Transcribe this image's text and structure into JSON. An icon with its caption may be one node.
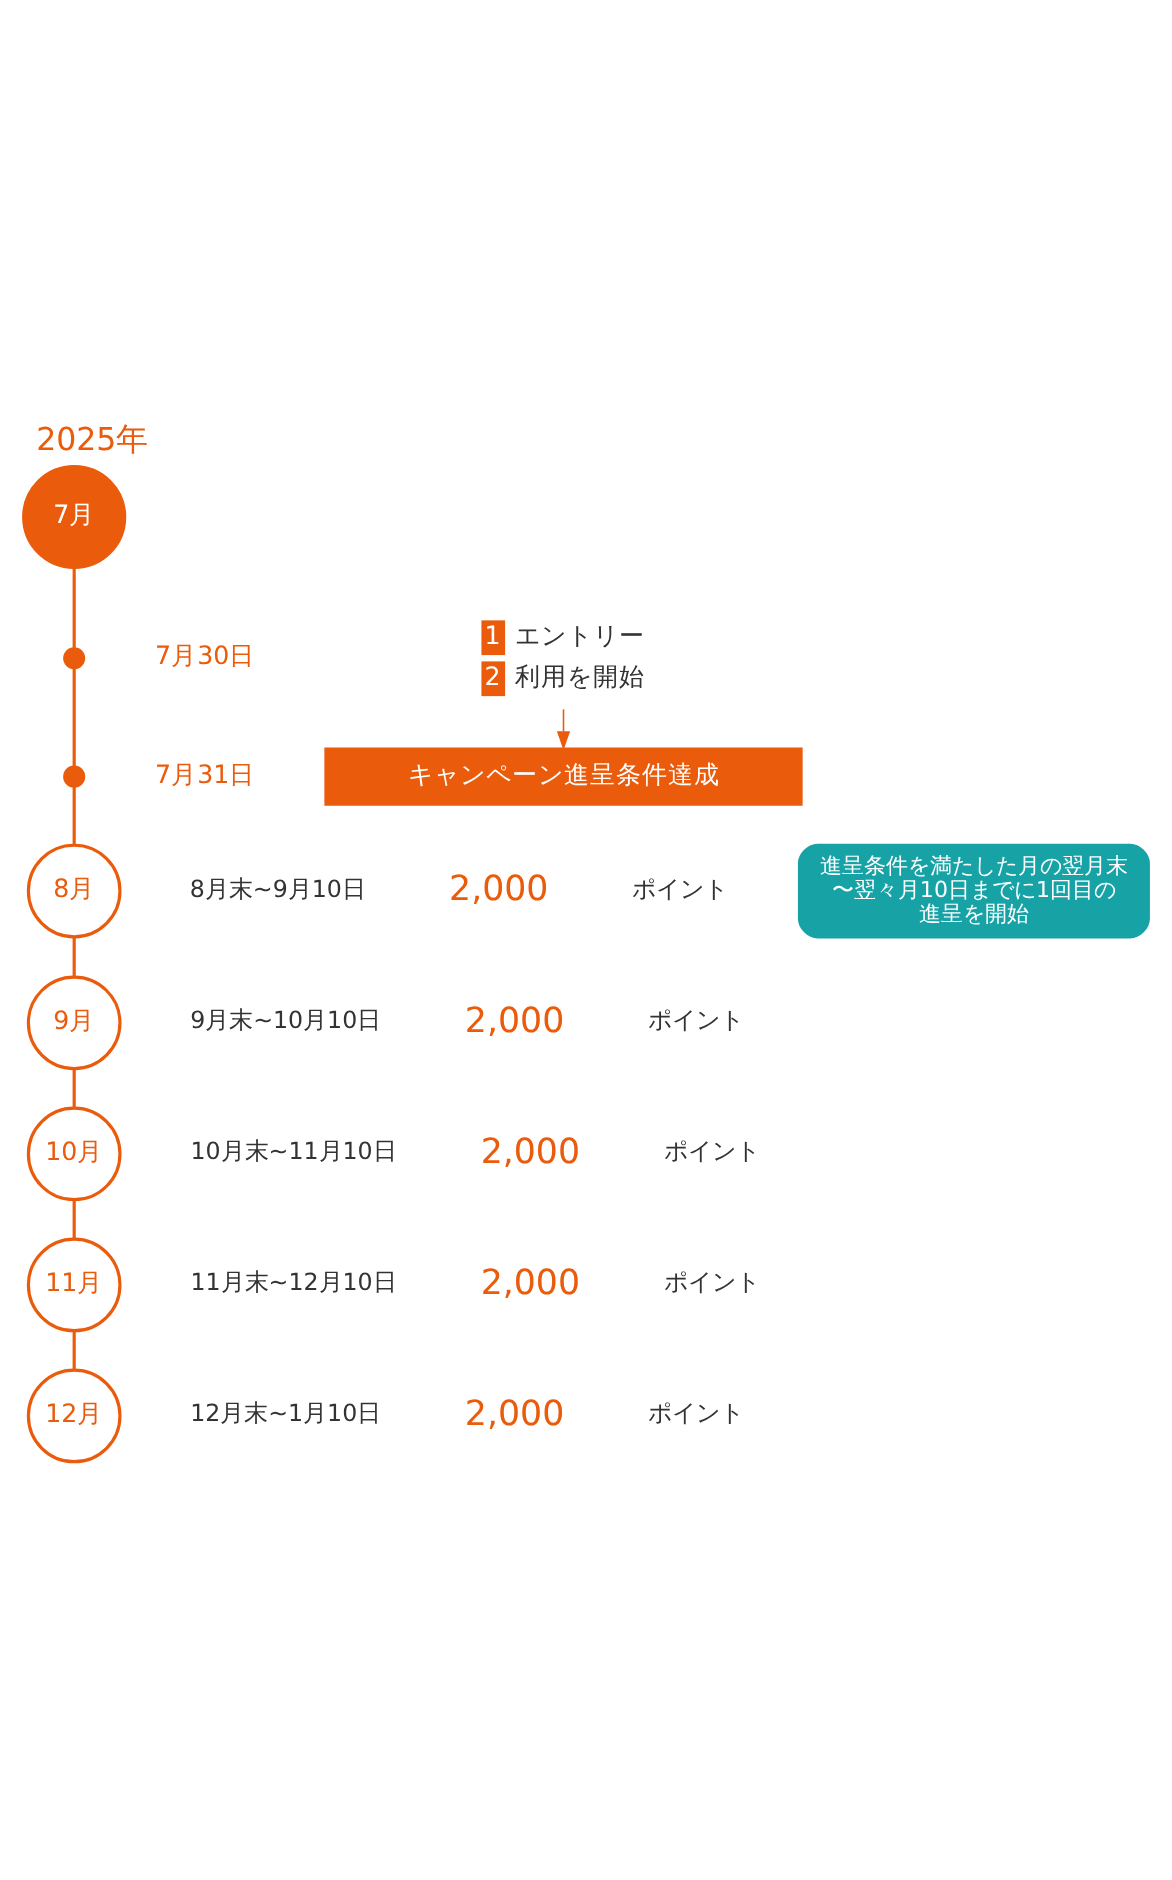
{
  "diagram": {
    "title": "2025年",
    "nodes": [
      {
        "text": [
          "7月"
        ]
      },
      {
        "text": [],
        "shape": "circle",
        "beside": [
          "7月30日"
        ]
      },
      {
        "text": [],
        "shape": "circle",
        "beside": [
          "7月31日"
        ]
      },
      {
        "text": [
          "1",
          "エントリー",
          "2",
          "利用を開始"
        ]
      },
      {
        "text": [
          "キャンペーン進呈条件達成"
        ]
      },
      {
        "text": [
          "進呈条件を満たした月の翌月末〜翌々月10日までに1回目の進呈を開始"
        ]
      },
      {
        "text": [
          "8月"
        ]
      },
      {
        "text": [
          "9月"
        ]
      },
      {
        "text": [
          "10月"
        ]
      },
      {
        "text": [
          "11月"
        ]
      },
      {
        "text": [
          "12月"
        ]
      }
    ],
    "edges": [
      {
        "from": 0,
        "to": 1,
        "arrow": "none"
      },
      {
        "from": 1,
        "to": 2,
        "arrow": "none"
      },
      {
        "from": 3,
        "to": 4,
        "arrow": "to"
      },
      {
        "from": 2,
        "to": 6,
        "arrow": "none"
      },
      {
        "from": 6,
        "to": 7,
        "arrow": "none"
      },
      {
        "from": 7,
        "to": 8,
        "arrow": "none"
      },
      {
        "from": 8,
        "to": 9,
        "arrow": "none"
      },
      {
        "from": 9,
        "to": 10,
        "arrow": "none"
      }
    ],
    "labels": [
      "8月末~9月10日",
      "2,000",
      "ポイント",
      "9月末~10月10日",
      "2,000",
      "ポイント",
      "10月末~11月10日",
      "2,000",
      "ポイント",
      "11月末~12月10日",
      "2,000",
      "ポイント",
      "12月末~1月10日",
      "2,000",
      "ポイント"
    ]
  }
}
